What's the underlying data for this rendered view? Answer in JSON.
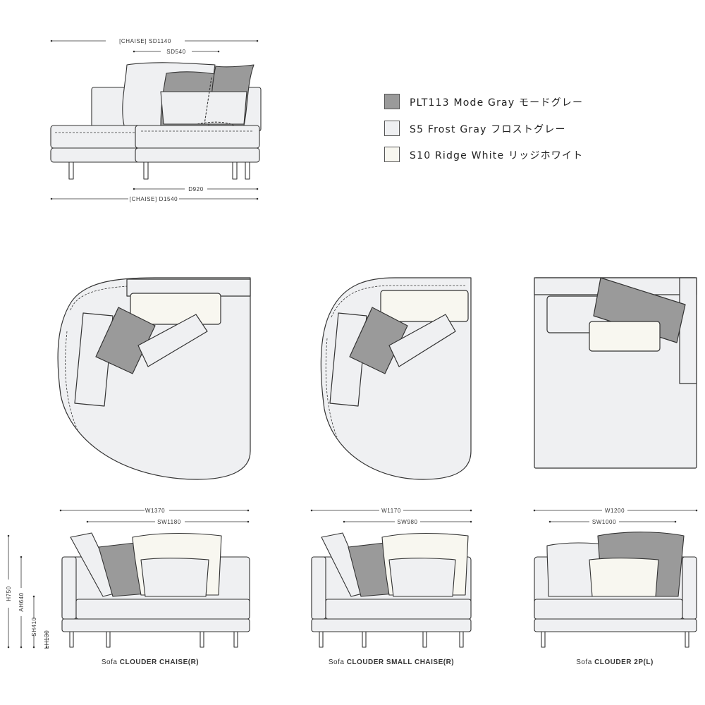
{
  "colors": {
    "mode_gray": "#9a9a9a",
    "frost_gray": "#eff0f2",
    "ridge_white": "#f8f7f0",
    "line": "#333333"
  },
  "legend": [
    {
      "code": "PLT113 Mode Gray",
      "jp": "モードグレー"
    },
    {
      "code": "S5 Frost Gray",
      "jp": "フロストグレー"
    },
    {
      "code": "S10 Ridge White",
      "jp": "リッジホワイト"
    }
  ],
  "side_dims": {
    "chaise_sd": "[CHAISE] SD1140",
    "sd": "SD540",
    "d": "D920",
    "chaise_d": "[CHAISE] D1540"
  },
  "height_dims": {
    "h": "H750",
    "ah": "AH640",
    "sh": "SH410",
    "lh": "LH130"
  },
  "products": [
    {
      "w": "W1370",
      "sw": "SW1180",
      "prefix": "Sofa",
      "name": "CLOUDER CHAISE(R)"
    },
    {
      "w": "W1170",
      "sw": "SW980",
      "prefix": "Sofa",
      "name": "CLOUDER SMALL CHAISE(R)"
    },
    {
      "w": "W1200",
      "sw": "SW1000",
      "prefix": "Sofa",
      "name": "CLOUDER 2P(L)"
    }
  ]
}
